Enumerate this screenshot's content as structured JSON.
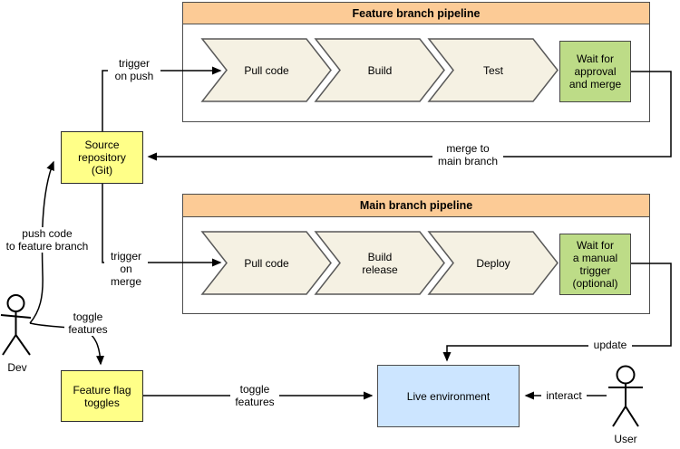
{
  "feature_pipeline": {
    "title": "Feature branch pipeline",
    "steps": [
      "Pull code",
      "Build",
      "Test"
    ],
    "wait_step": "Wait for\napproval\nand merge"
  },
  "main_pipeline": {
    "title": "Main branch pipeline",
    "steps": [
      "Pull code",
      "Build\nrelease",
      "Deploy"
    ],
    "wait_step": "Wait for\na manual\ntrigger\n(optional)"
  },
  "nodes": {
    "source_repository": "Source\nrepository\n(Git)",
    "feature_flag_toggles": "Feature flag\ntoggles",
    "live_environment": "Live environment"
  },
  "actors": {
    "dev": "Dev",
    "user": "User"
  },
  "edges": {
    "trigger_on_push": "trigger\non push",
    "trigger_on_merge": "trigger\non merge",
    "merge_to_main": "merge to\nmain branch",
    "push_code": "push code\nto feature branch",
    "dev_toggle_features": "toggle\nfeatures",
    "env_toggle_features": "toggle\nfeatures",
    "update": "update",
    "interact": "interact"
  },
  "colors": {
    "pipeline_header_fill": "#FCCB96",
    "step_fill": "#F5F1E3",
    "wait_step_fill": "#BDDC87",
    "repository_fill": "#FFFF88",
    "environment_fill": "#CCE5FF",
    "connector": "#000000"
  }
}
